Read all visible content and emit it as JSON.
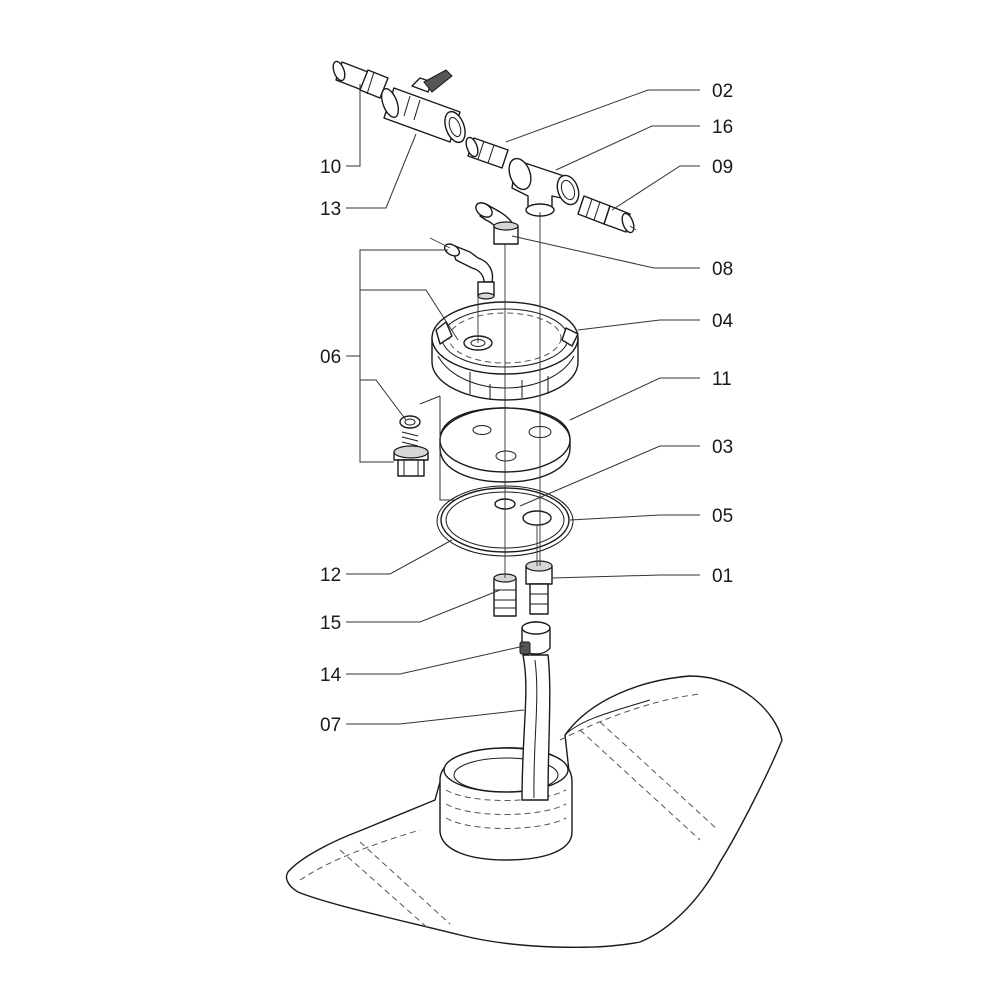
{
  "labels": {
    "p01": "01",
    "p02": "02",
    "p03": "03",
    "p04": "04",
    "p05": "05",
    "p06": "06",
    "p07": "07",
    "p08": "08",
    "p09": "09",
    "p10": "10",
    "p11": "11",
    "p12": "12",
    "p13": "13",
    "p14": "14",
    "p15": "15",
    "p16": "16"
  }
}
